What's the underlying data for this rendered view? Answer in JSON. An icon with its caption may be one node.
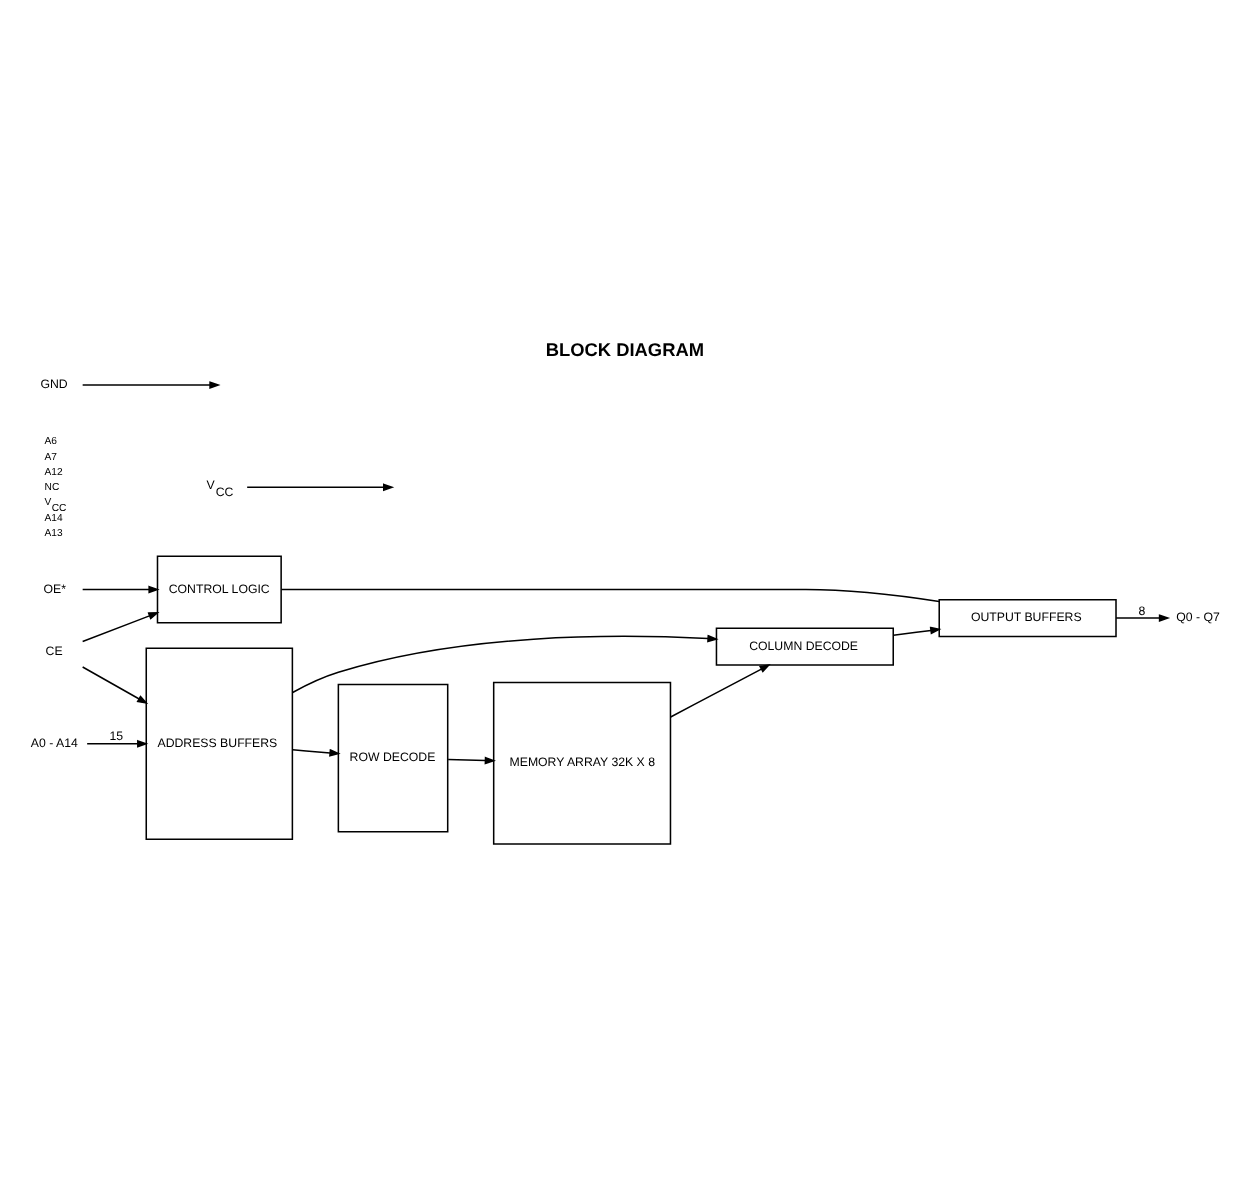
{
  "diagram": {
    "title": "BLOCK DIAGRAM",
    "nodes": [
      {
        "text": [
          "CONTROL LOGIC"
        ]
      },
      {
        "text": [
          "OUTPUT BUFFERS"
        ]
      },
      {
        "text": [
          "COLUMN DECODE"
        ]
      },
      {
        "text": [
          "ADDRESS BUFFERS"
        ]
      },
      {
        "text": [
          "ROW DECODE"
        ]
      },
      {
        "text": [
          "MEMORY ARRAY 32K X 8"
        ]
      },
      {
        "text": [
          "V$_{CC}$"
        ]
      },
      {
        "text": [
          "GND"
        ]
      },
      {
        "text": [
          "OE*"
        ]
      },
      {
        "text": [
          "CE"
        ]
      },
      {
        "text": [
          "A0 - A14"
        ]
      },
      {
        "text": [
          "Q0 - Q7"
        ]
      }
    ],
    "edges": [
      {
        "from": 6,
        "to": null,
        "arrow": "to"
      },
      {
        "from": 7,
        "to": null,
        "arrow": "to"
      },
      {
        "from": 8,
        "to": 0,
        "arrow": "to"
      },
      {
        "from": 9,
        "to": 0,
        "arrow": "to"
      },
      {
        "from": 9,
        "to": 3,
        "arrow": "to"
      },
      {
        "from": 0,
        "to": 1,
        "arrow": "none"
      },
      {
        "from": 3,
        "to": 2,
        "arrow": "to"
      },
      {
        "from": 10,
        "to": 3,
        "arrow": "to",
        "label": "15"
      },
      {
        "from": 3,
        "to": 4,
        "arrow": "to"
      },
      {
        "from": 4,
        "to": 5,
        "arrow": "to"
      },
      {
        "from": 5,
        "to": 2,
        "arrow": "to"
      },
      {
        "from": 2,
        "to": 1,
        "arrow": "to"
      },
      {
        "from": 1,
        "to": 11,
        "arrow": "to",
        "label": "8"
      }
    ],
    "labels": [
      "A6",
      "A7",
      "A12",
      "NC",
      "V$_{CC}$",
      "A14",
      "A13"
    ]
  }
}
